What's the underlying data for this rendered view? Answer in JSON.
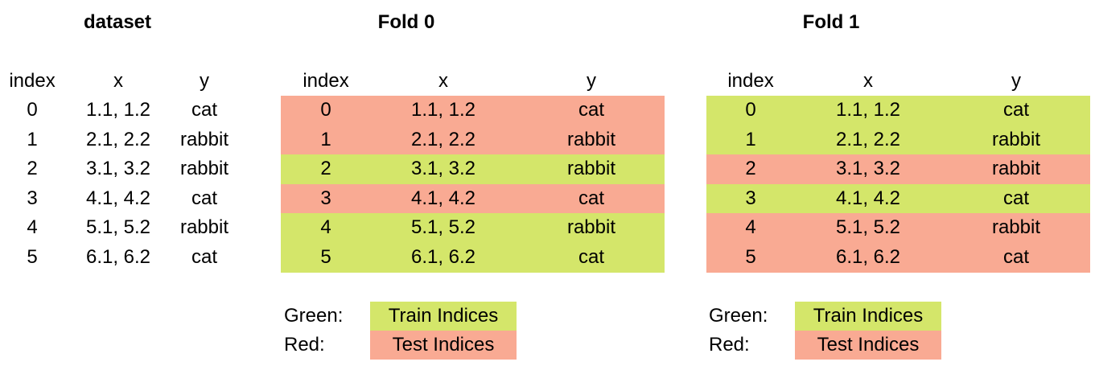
{
  "colors": {
    "train": "#d4e66a",
    "test": "#f9aa93"
  },
  "columns": {
    "index": "index",
    "x": "x",
    "y": "y"
  },
  "rows": [
    {
      "index": "0",
      "x": "1.1, 1.2",
      "y": "cat"
    },
    {
      "index": "1",
      "x": "2.1, 2.2",
      "y": "rabbit"
    },
    {
      "index": "2",
      "x": "3.1, 3.2",
      "y": "rabbit"
    },
    {
      "index": "3",
      "x": "4.1, 4.2",
      "y": "cat"
    },
    {
      "index": "4",
      "x": "5.1, 5.2",
      "y": "rabbit"
    },
    {
      "index": "5",
      "x": "6.1, 6.2",
      "y": "cat"
    }
  ],
  "panels": [
    {
      "title": "dataset",
      "assignment": null
    },
    {
      "title": "Fold 0",
      "assignment": [
        "test",
        "test",
        "train",
        "test",
        "train",
        "train"
      ]
    },
    {
      "title": "Fold 1",
      "assignment": [
        "train",
        "train",
        "test",
        "train",
        "test",
        "test"
      ]
    }
  ],
  "legend": {
    "green_label": "Green:",
    "green_text": "Train Indices",
    "red_label": "Red:",
    "red_text": "Test Indices"
  }
}
